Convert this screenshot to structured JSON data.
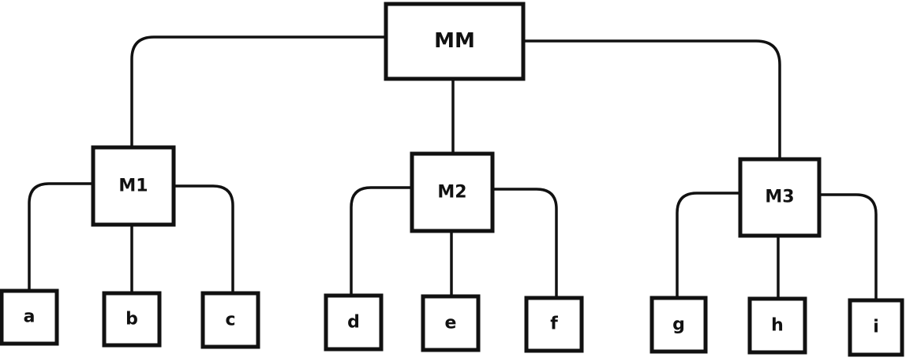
{
  "diagram": {
    "root": {
      "label": "MM"
    },
    "modules": [
      {
        "label": "M1",
        "children": [
          {
            "label": "a"
          },
          {
            "label": "b"
          },
          {
            "label": "c"
          }
        ]
      },
      {
        "label": "M2",
        "children": [
          {
            "label": "d"
          },
          {
            "label": "e"
          },
          {
            "label": "f"
          }
        ]
      },
      {
        "label": "M3",
        "children": [
          {
            "label": "g"
          },
          {
            "label": "h"
          },
          {
            "label": "i"
          }
        ]
      }
    ],
    "colors": {
      "stroke": "#111111",
      "background": "#ffffff"
    }
  }
}
